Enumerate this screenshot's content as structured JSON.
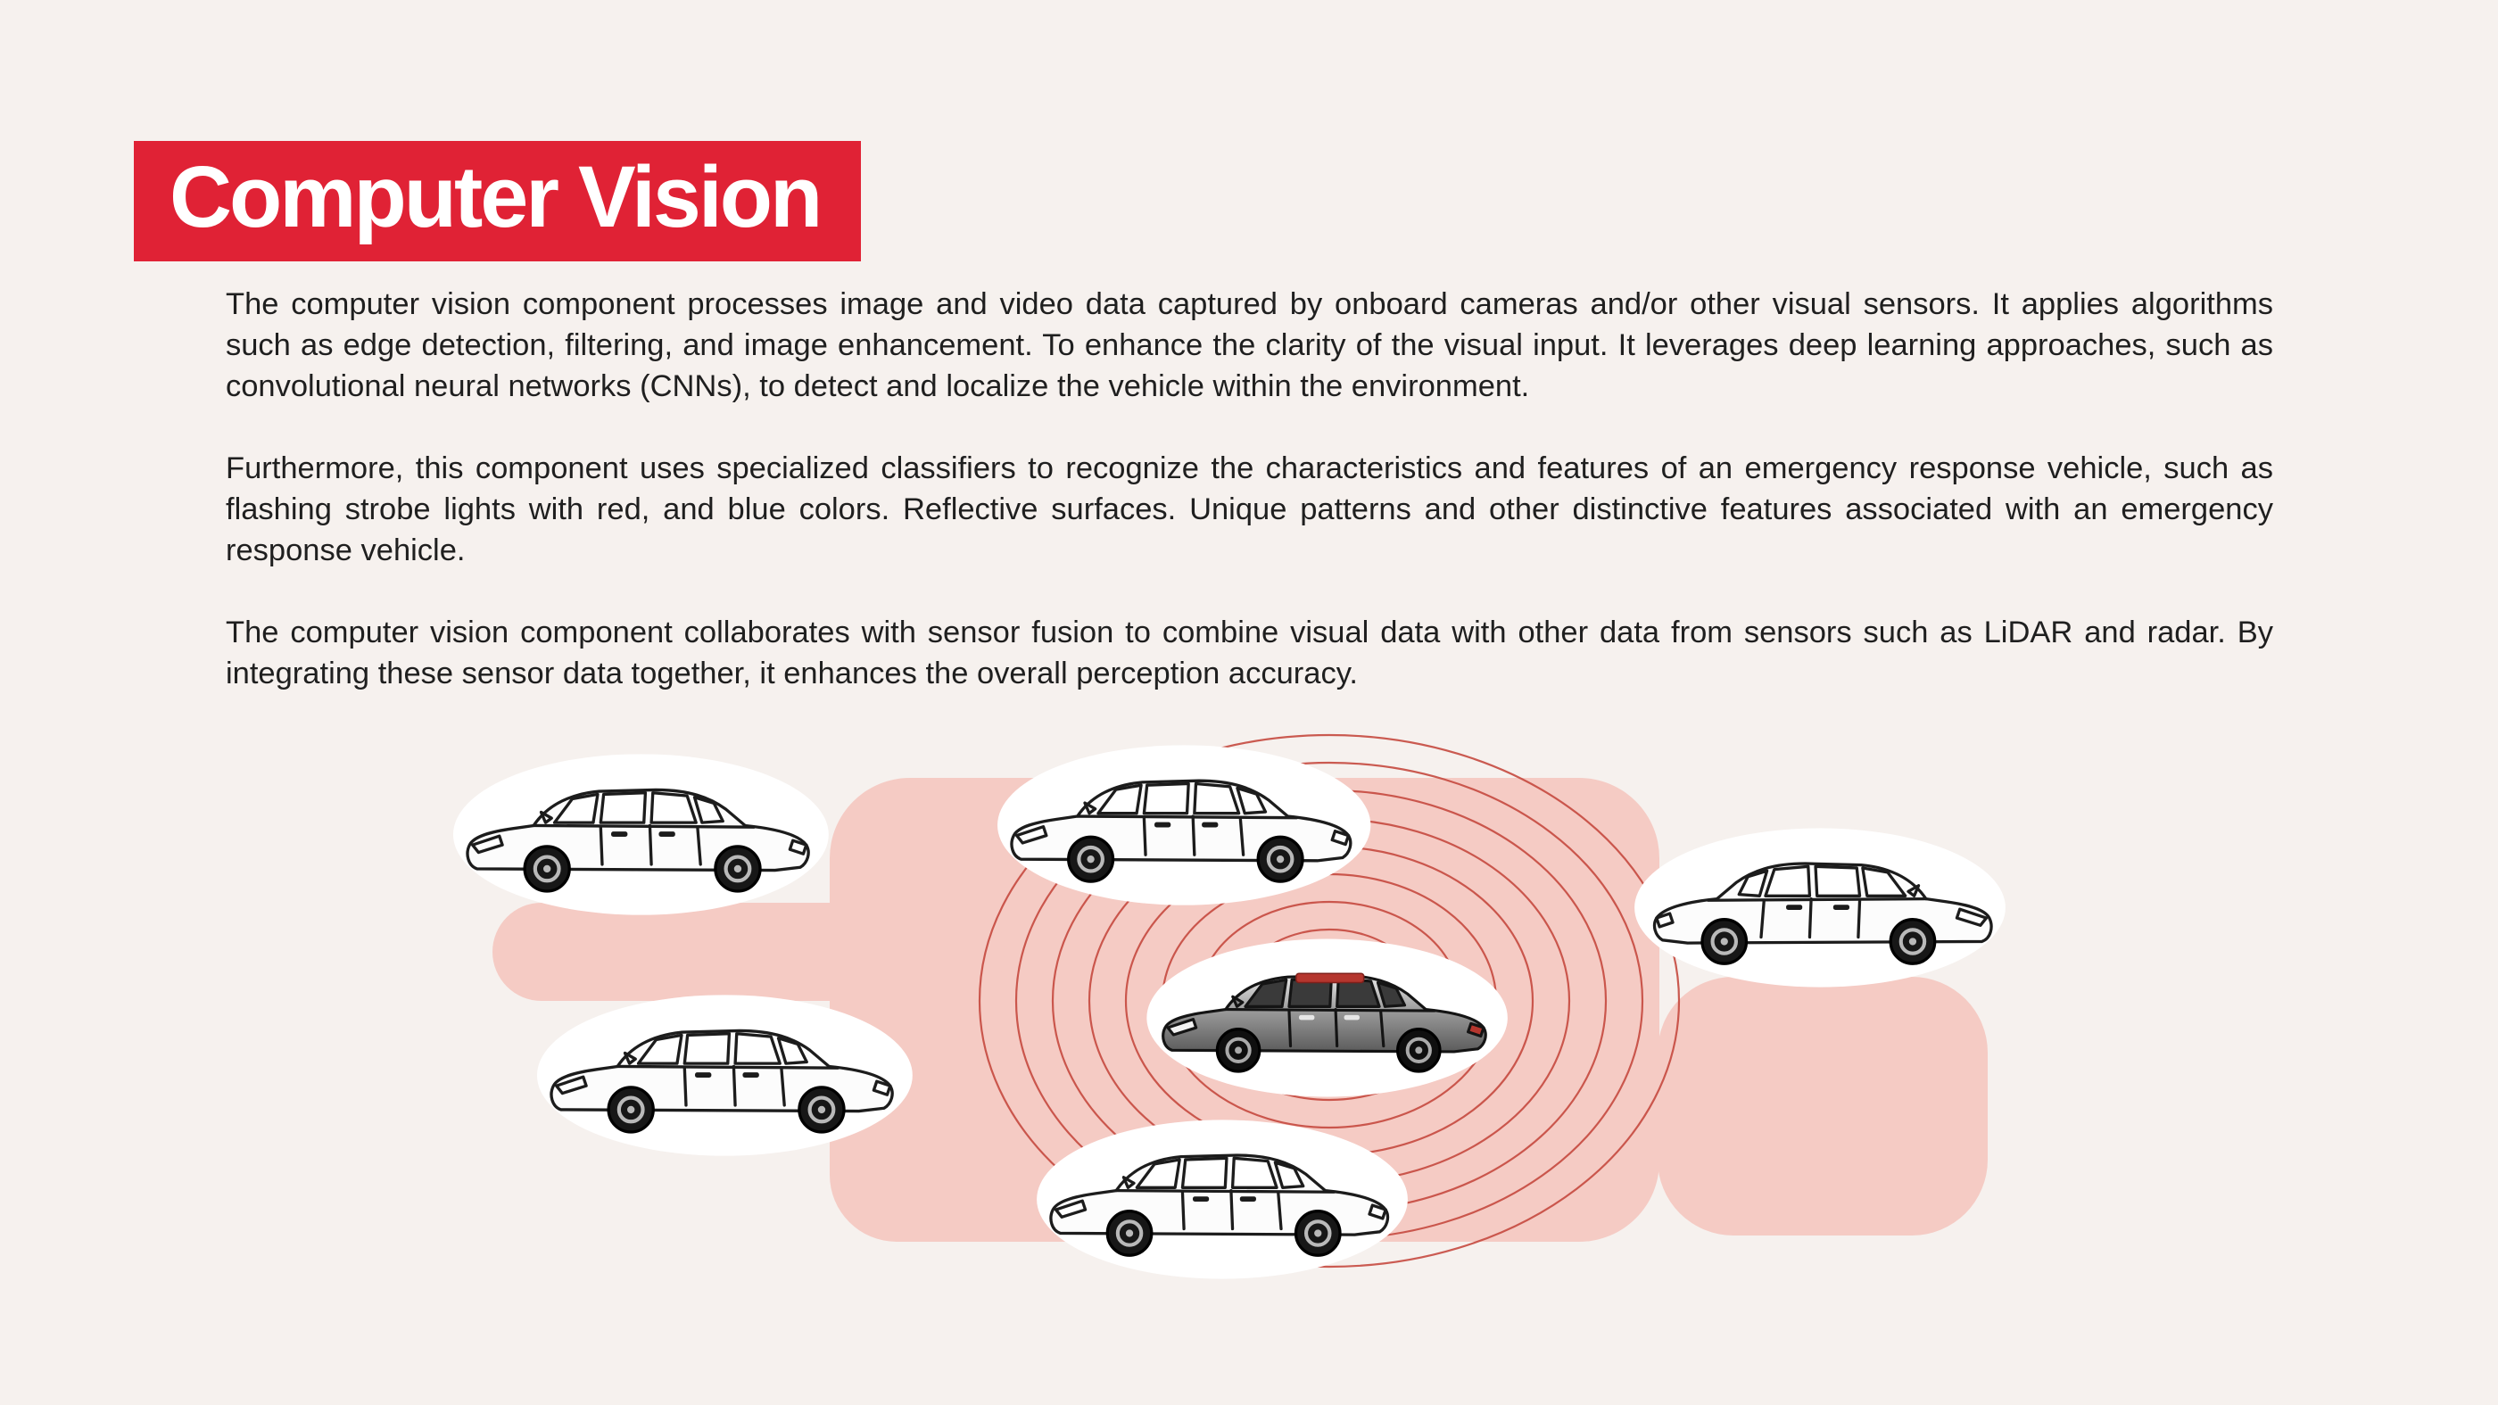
{
  "header": {
    "title": "Computer Vision"
  },
  "content": {
    "paragraphs": [
      "The computer vision component processes image and video data captured by onboard cameras and/or other visual sensors. It applies algorithms such as edge detection, filtering, and image enhancement. To enhance the clarity of the visual input. It leverages deep learning approaches, such as convolutional neural networks (CNNs), to detect and localize the vehicle within the environment.",
      "Furthermore, this component uses specialized classifiers to recognize the characteristics and features of an emergency response vehicle, such as flashing strobe lights with red, and blue colors. Reflective surfaces. Unique patterns and other distinctive features associated with an emergency response vehicle.",
      "The computer vision component collaborates with sensor fusion to combine visual data with other data from sensors such as LiDAR and radar. By integrating these sensor data together, it enhances the overall perception accuracy."
    ]
  },
  "illustration": {
    "icons": {
      "sedan_sketch": "sedan-sketch-icon",
      "ego_vehicle": "ego-car-icon",
      "sensor_rings": "sensor-rings-icon",
      "road_blobs": "road-blob-shape"
    },
    "sensor_rings_count": 8
  },
  "colors": {
    "background": "#f6f1ee",
    "banner_red": "#e02235",
    "blob_pink": "#f5cbc4",
    "ring_red": "#c64a40",
    "text": "#1f1f1f",
    "ego_roof_red": "#b5362e"
  }
}
